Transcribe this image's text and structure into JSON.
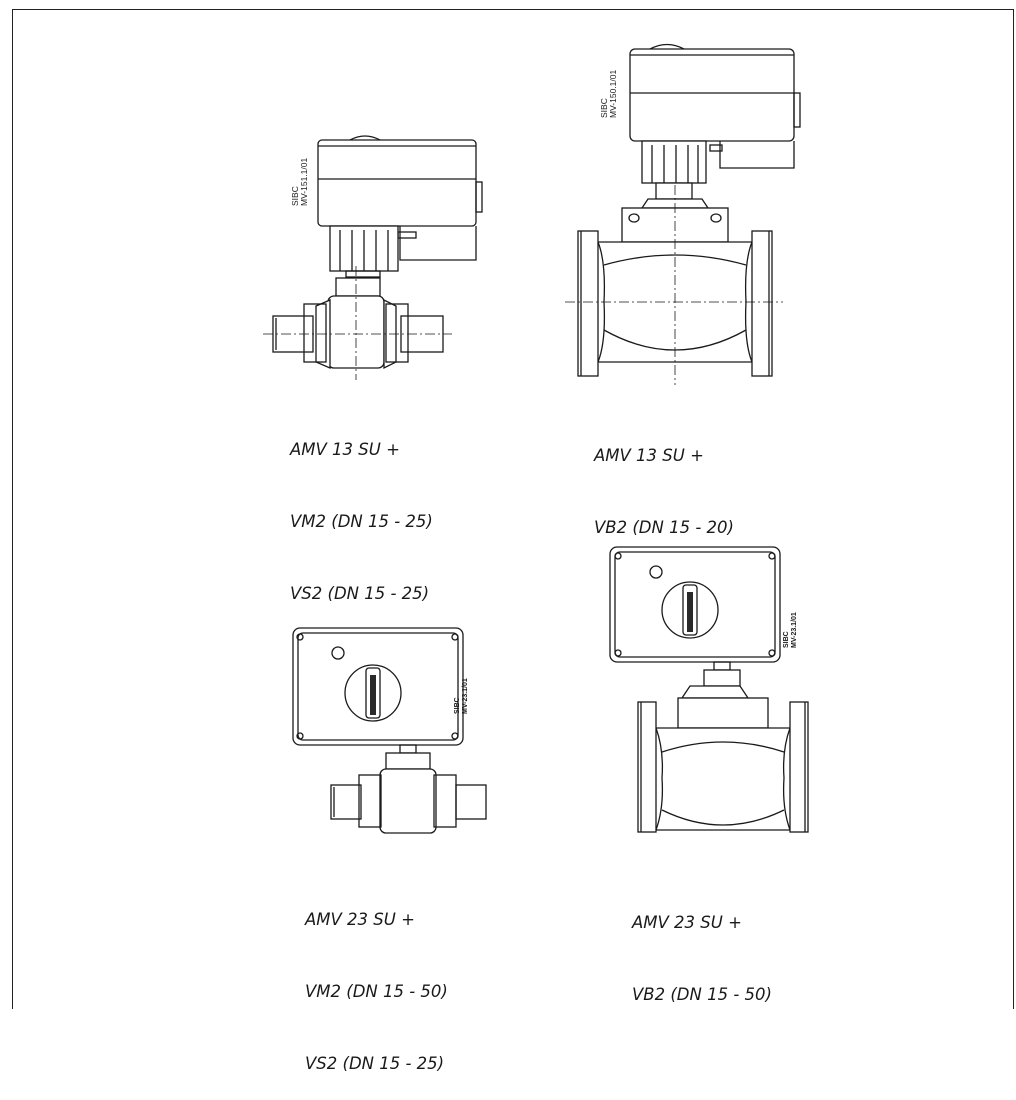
{
  "figures": [
    {
      "id": "amv13-vm2",
      "caption": [
        "AMV 13 SU +",
        "VM2 (DN 15 - 25)",
        "VS2 (DN 15 - 25)"
      ],
      "stamp": [
        "SIBC",
        "MV-151.1/01"
      ]
    },
    {
      "id": "amv13-vb2",
      "caption": [
        "AMV 13 SU +",
        "VB2 (DN 15 - 20)"
      ],
      "stamp": [
        "SIBC",
        "MV-150.1/01"
      ]
    },
    {
      "id": "amv23-vm2",
      "caption": [
        "AMV 23 SU +",
        "VM2 (DN 15 - 50)",
        "VS2 (DN 15 - 25)"
      ],
      "stamp": [
        "SIBC",
        "MV-23.1/01"
      ]
    },
    {
      "id": "amv23-vb2",
      "caption": [
        "AMV 23 SU +",
        "VB2 (DN 15 - 50)"
      ],
      "stamp": [
        "SIBC",
        "MV-23.1/01"
      ]
    }
  ],
  "colors": {
    "line": "#1a1a1a",
    "fill": "#ffffff",
    "dark": "#2a2a2a"
  }
}
